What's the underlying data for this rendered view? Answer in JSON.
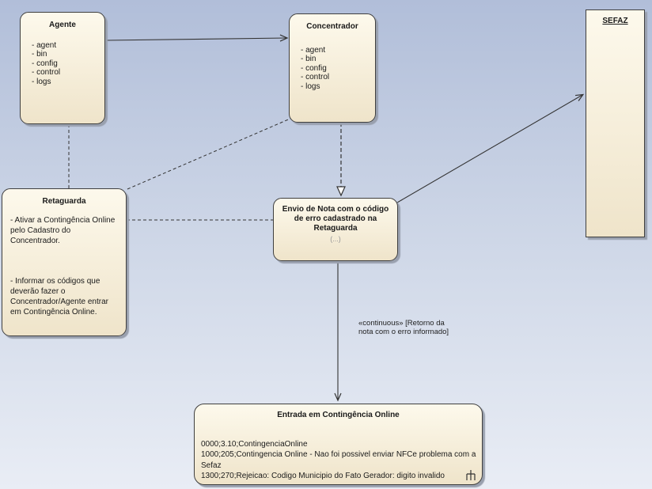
{
  "nodes": {
    "agente": {
      "title": "Agente",
      "items": [
        "- agent",
        "- bin",
        "- config",
        "- control",
        "- logs"
      ]
    },
    "concentrador": {
      "title": "Concentrador",
      "items": [
        "- agent",
        "- bin",
        "- config",
        "- control",
        "- logs"
      ]
    },
    "sefaz": {
      "title": "SEFAZ"
    },
    "retaguarda": {
      "title": "Retaguarda",
      "paragraphs": [
        "- Ativar a Contingência Online pelo Cadastro do Concentrador.",
        "- Informar os códigos que deverão fazer o Concentrador/Agente entrar em Contingência Online."
      ]
    },
    "envio": {
      "title": "Envio de Nota com o código de erro cadastrado na Retaguarda",
      "subtitle": "(...)"
    },
    "entrada": {
      "title": "Entrada em Contingência Online",
      "lines": [
        "0000;3.10;ContingenciaOnline",
        "1000;205;Contingencia Online - Nao foi possivel enviar NFCe problema com a Sefaz",
        "1300;270;Rejeicao: Codigo Municipio do Fato Gerador: digito invalido"
      ]
    }
  },
  "labels": {
    "continuous": "«continuous» [Retorno da nota com o erro informado]"
  },
  "icons": {
    "rake": "composite-activity-rake"
  },
  "colors": {
    "background_top": "#b1bed9",
    "background_bottom": "#e9edf5",
    "node_fill_top": "#fdf9ec",
    "node_fill_bottom": "#efe4ca",
    "node_border": "#3f3f3f",
    "connector": "#333333"
  }
}
